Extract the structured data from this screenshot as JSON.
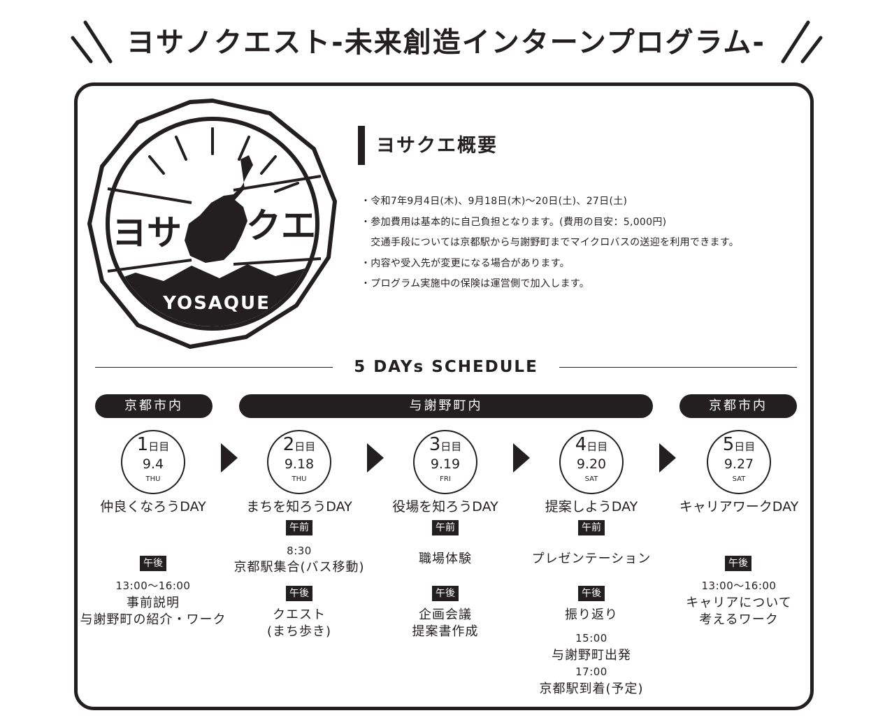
{
  "title": "ヨサノクエスト-未来創造インターンプログラム-",
  "logo": {
    "left_text": "ヨサ",
    "right_text": "クエ",
    "bottom_text": "YOSAQUE"
  },
  "overview": {
    "heading": "ヨサクエ概要",
    "items": [
      "・令和7年9月4日(木)、9月18日(木)～20日(土)、27日(土)",
      "・参加費用は基本的に自己負担となります。(費用の目安：5,000円)",
      "　交通手段については京都駅から与謝野町までマイクロバスの送迎を利用できます。",
      "・内容や受入先が変更になる場合があります。",
      "・プログラム実施中の保険は運営側で加入します。"
    ]
  },
  "schedule": {
    "heading": "5 DAYs SCHEDULE",
    "areas": [
      "京都市内",
      "与謝野町内",
      "京都市内"
    ],
    "day_suffix": "日目",
    "days": [
      {
        "num": "1",
        "date": "9.4",
        "dow": "THU",
        "title": "仲良くなろうDAY"
      },
      {
        "num": "2",
        "date": "9.18",
        "dow": "THU",
        "title": "まちを知ろうDAY"
      },
      {
        "num": "3",
        "date": "9.19",
        "dow": "FRI",
        "title": "役場を知ろうDAY"
      },
      {
        "num": "4",
        "date": "9.20",
        "dow": "SAT",
        "title": "提案しようDAY"
      },
      {
        "num": "5",
        "date": "9.27",
        "dow": "SAT",
        "title": "キャリアワークDAY"
      }
    ],
    "labels": {
      "am": "午前",
      "pm": "午後"
    },
    "d1": {
      "time": "13:00～16:00",
      "line1": "事前説明",
      "line2": "与謝野町の紹介・ワーク"
    },
    "d2": {
      "am_time": "8:30",
      "am_text": "京都駅集合(バス移動)",
      "pm_line1": "クエスト",
      "pm_line2": "(まち歩き)"
    },
    "d3": {
      "am_text": "職場体験",
      "pm_line1": "企画会議",
      "pm_line2": "提案書作成"
    },
    "d4": {
      "am_text": "プレゼンテーション",
      "pm_text": "振り返り",
      "time1": "15:00",
      "text1": "与謝野町出発",
      "time2": "17:00",
      "text2": "京都駅到着(予定)"
    },
    "d5": {
      "time": "13:00～16:00",
      "line1": "キャリアについて",
      "line2": "考えるワーク"
    }
  }
}
